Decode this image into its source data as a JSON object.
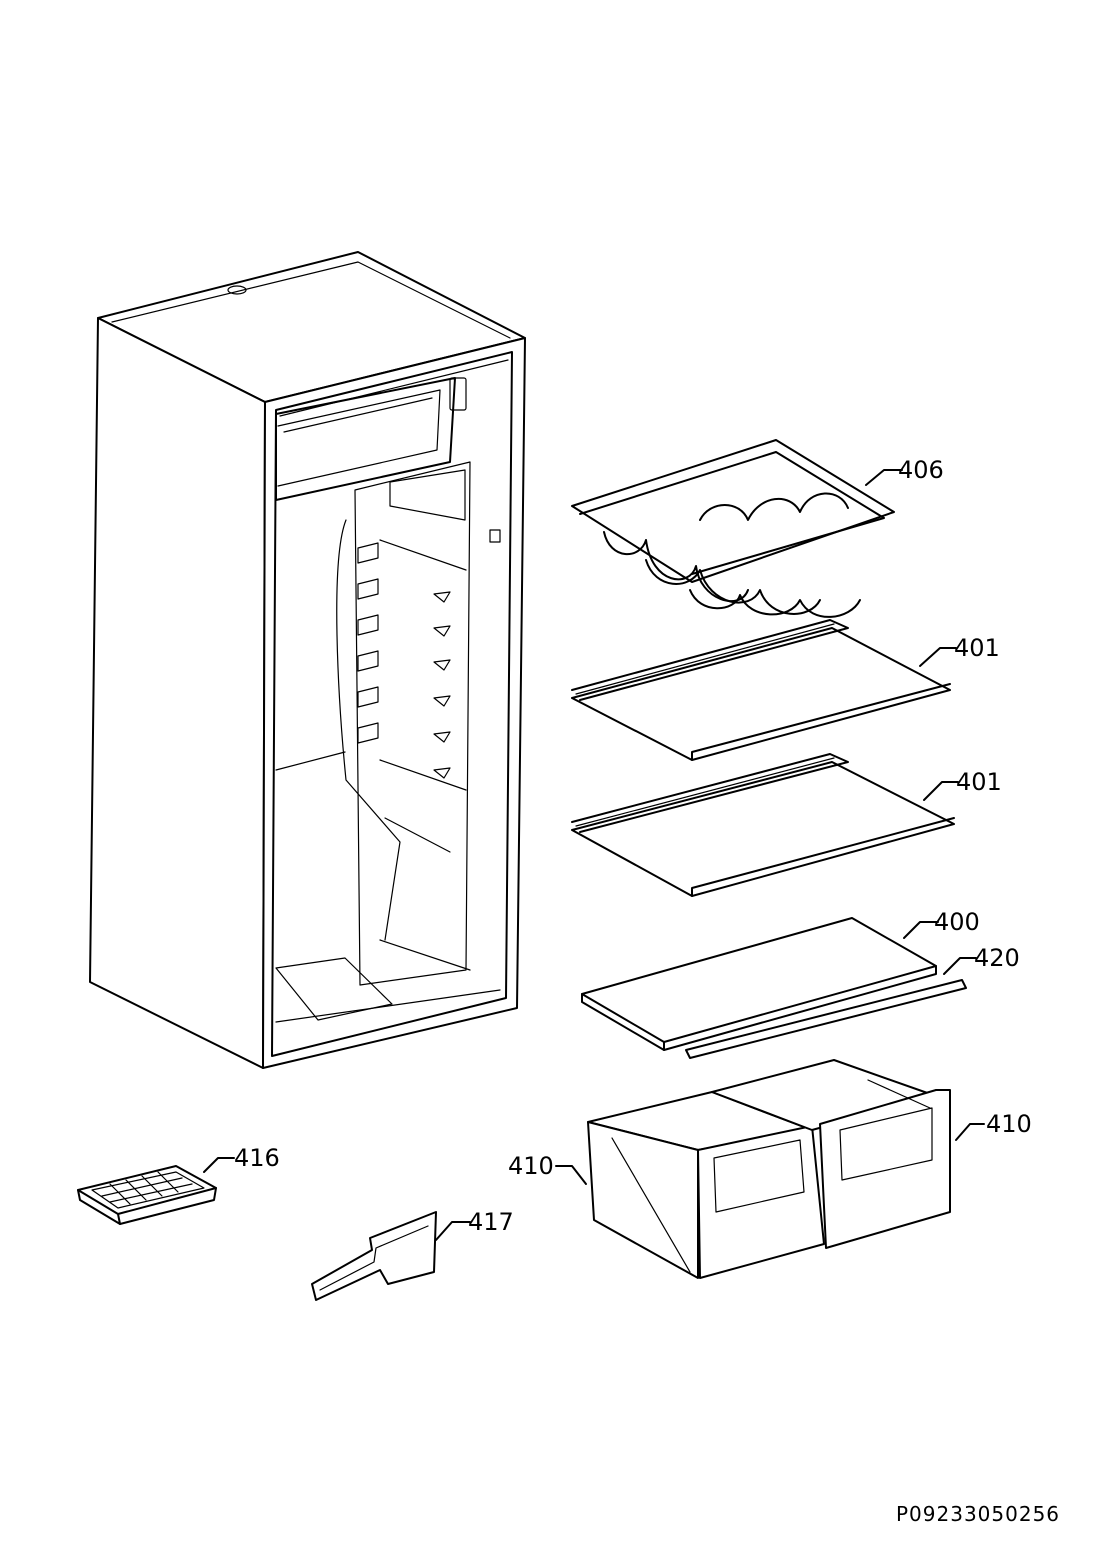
{
  "callouts": {
    "c406": "406",
    "c401a": "401",
    "c401b": "401",
    "c400": "400",
    "c420": "420",
    "c410a": "410",
    "c410b": "410",
    "c416": "416",
    "c417": "417"
  },
  "drawing_code": "P09233050256"
}
